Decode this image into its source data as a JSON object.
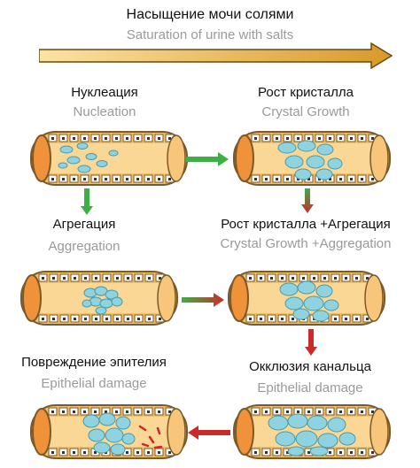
{
  "header": {
    "title_ru": "Насыщение мочи солями",
    "title_en": "Saturation of urine with salts"
  },
  "stages": [
    {
      "ru": "Нуклеация",
      "en": "Nucleation"
    },
    {
      "ru": "Рост кристалла",
      "en": "Crystal Growth"
    },
    {
      "ru": "Агрегация",
      "en": "Aggregation"
    },
    {
      "ru": "Рост кристалла +Агрегация",
      "en": "Crystal Growth +Aggregation"
    },
    {
      "ru": "Повреждение эпителия",
      "en": "Epithelial damage"
    },
    {
      "ru": "Окклюзия канальца",
      "en": "Epithelial damage"
    }
  ],
  "colors": {
    "tube_fill": "#f4c06a",
    "tube_border": "#7a5a2a",
    "crystal": "#8fd3e0",
    "crystal_border": "#4a9aa8",
    "arrow_green": "#3cb043",
    "arrow_red": "#cc2a2a",
    "top_arrow": "#d89a2a"
  }
}
